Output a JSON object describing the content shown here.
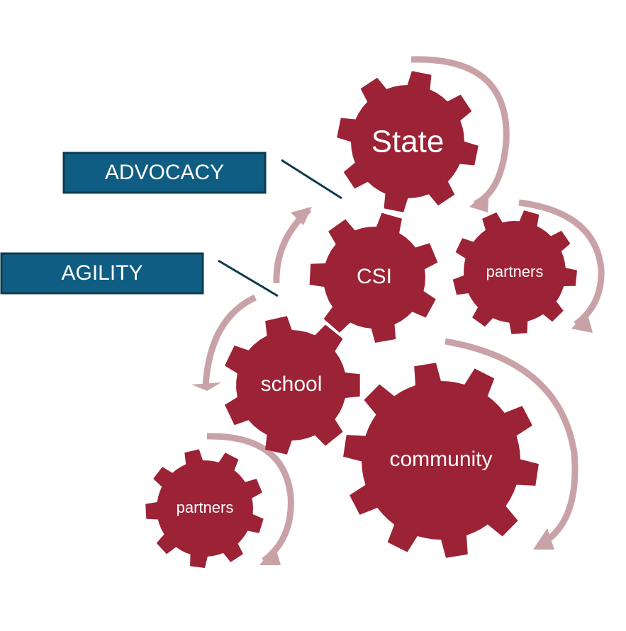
{
  "colors": {
    "gear": "#9c2236",
    "arrow": "#c9a2a8",
    "box_fill": "#0f5d83",
    "box_border": "#0b3b52",
    "connector": "#0d3a4e"
  },
  "labels": {
    "advocacy": "ADVOCACY",
    "agility": "AGILITY"
  },
  "gears": {
    "state": "State",
    "csi": "CSI",
    "partners_right": "partners",
    "school": "school",
    "community": "community",
    "partners_left": "partners"
  }
}
